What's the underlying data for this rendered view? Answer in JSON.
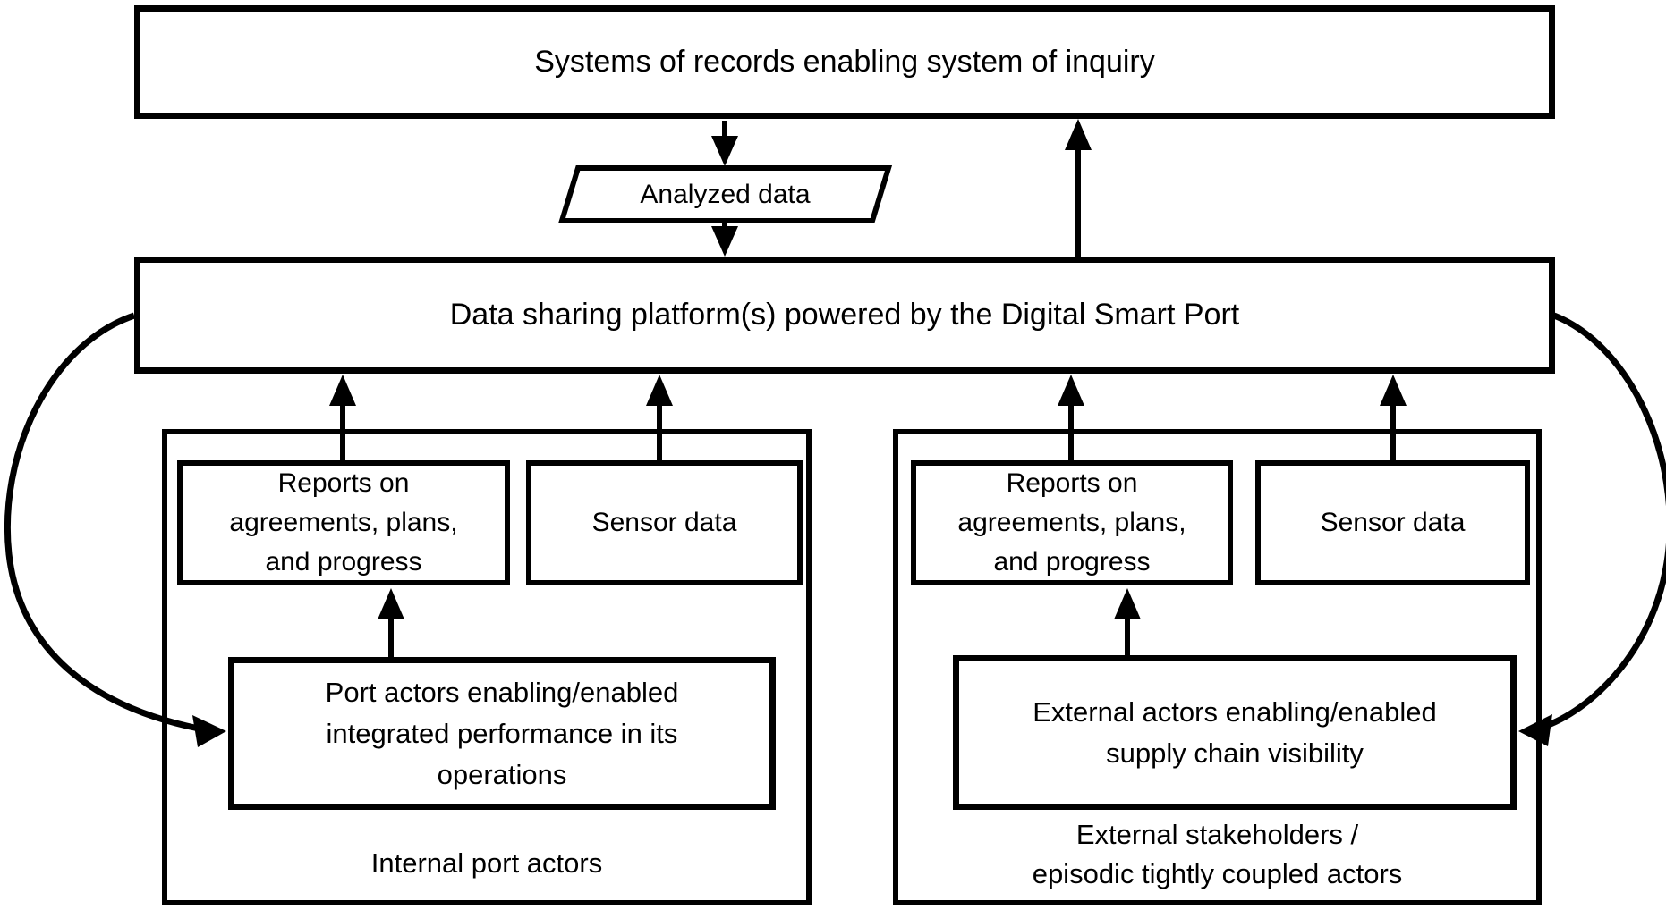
{
  "diagram": {
    "title_box_label": "Systems of records enabling system of inquiry",
    "analyzed_data_label": "Analyzed data",
    "platform_box_label": "Data sharing platform(s) powered by the Digital Smart Port"
  },
  "groups": [
    {
      "caption": "Internal port actors",
      "reports_label": "Reports on\nagreements, plans,\nand progress",
      "sensor_label": "Sensor data",
      "actor_label": "Port actors enabling/enabled\nintegrated performance in its\noperations"
    },
    {
      "caption": "External stakeholders /\nepisodic tightly coupled actors",
      "reports_label": "Reports on\nagreements, plans,\nand progress",
      "sensor_label": "Sensor data",
      "actor_label": "External actors enabling/enabled\nsupply chain visibility"
    }
  ],
  "colors": {
    "line": "#000000",
    "background": "#ffffff"
  }
}
